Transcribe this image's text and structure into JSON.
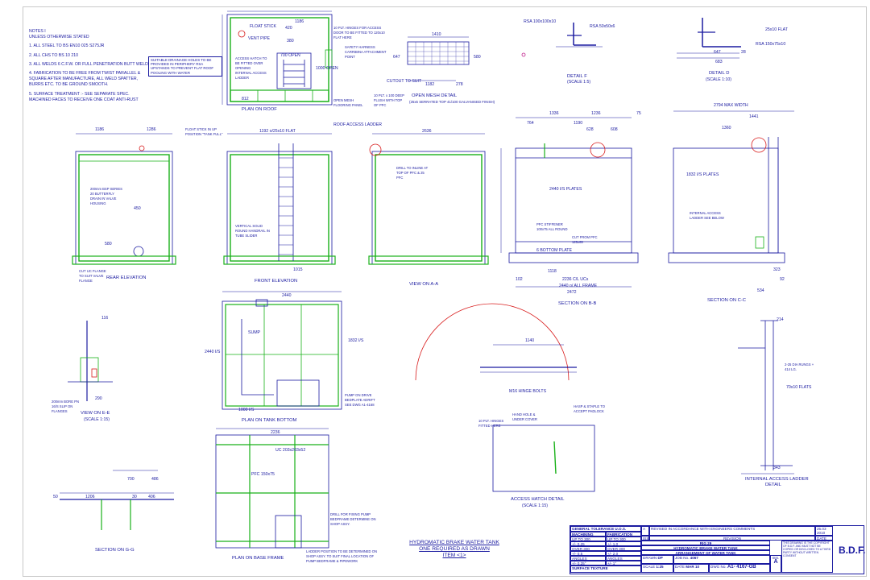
{
  "notes": {
    "heading": "NOTES I",
    "subheading": "UNLESS OTHERWISE STATED",
    "items": [
      "1. ALL STEEL TO BS EN10 025 S275JR",
      "2. ALL CHS TO BS 10 210",
      "3. ALL WELDS 6 C.F.W. OR FULL PENETRATION BUTT WELD",
      "4. FABRICATION TO BE FREE FROM TWIST PARALLEL & SQUARE AFTER MANUFACTURE, ALL WELD SPATTER, BURRS ETC. TO BE GROUND SMOOTH.",
      "5. SURFACE TREATMENT :- SEE SEPARATE SPEC. MACHINED FACES TO RECEIVE ONE COAT ANTI-RUST"
    ]
  },
  "drainage_note": "SUITABLE DRAINAGE HOLES TO BE PROVIDED IN PERIPHERY RSA UPSTANDS TO PREVENT FLAT ROOF POOLING WITH WATER",
  "views": {
    "plan_roof": "PLAN ON ROOF",
    "open_mesh": "OPEN MESH DETAIL",
    "open_mesh_sub": "(25x5 SERRATED TOP 41/100 GALVANISED FINISH)",
    "detail_f": "DETAIL F",
    "detail_f_scale": "(SCALE 1:5)",
    "detail_d": "DETAIL D",
    "detail_d_scale": "(SCALE 1:10)",
    "rear_elevation": "REAR ELEVATION",
    "front_elevation": "FRONT ELEVATION",
    "view_a": "VIEW ON A-A",
    "section_b": "SECTION ON B-B",
    "section_c": "SECTION ON C-C",
    "view_e": "VIEW ON E-E",
    "view_e_scale": "(SCALE 1:15)",
    "plan_tank_bottom": "PLAN ON TANK BOTTOM",
    "access_hatch": "ACCESS HATCH DETAIL",
    "access_hatch_scale": "(SCALE 1:15)",
    "ladder": "INTERNAL ACCESS LADDER",
    "ladder_sub": "DETAIL",
    "section_g": "SECTION ON G-G",
    "plan_base": "PLAN ON BASE FRAME"
  },
  "labels": {
    "float_stick": "FLOAT STICK",
    "vent_pipe": "VENT PIPE",
    "roof_hinges": "10 PLT. HINGES FOR ACCESS DOOR TO BE FITTED TO 120x10 FLAT HERE",
    "access_hatch_roof": "ACCESS HATCH TO BE FITTED OVER OPENING",
    "internal_ladder": "INTERNAL ACCESS LADDER",
    "harness": "SAFETY HARNESS CARRIBINA ATTACHMENT POINT",
    "open_mesh_panel": "OPEN MESH FLOORING PANEL",
    "roof_ladder": "ROOF ACCESS LADDER",
    "plt_fit": "10 PLT. x 100 DEEP FLUSH WITH TOP OF PFC",
    "cutout": "CUTOUT TO SUIT",
    "float_full": "FLOAT STICK IN UP POSITION \"TANK FULL\"",
    "bsp_pipe": "200mm BSP SERIES 20 BUTTERFLY DRAIN IN VALVE HOUSING",
    "cut_flange": "CUT UC FLANGE TO SUIT VALVE FLANGE",
    "vertical_rails": "VERTICAL SOLID ROUND HANDRAIL IN TUBE SLIDER",
    "drill": "DRILL TO INLINE AT TOP OF PFC & 25 PFC",
    "pfc_stiffener": "PFC STIFFENER 100x75 ALL ROUND",
    "bottom_plate": "6 BOTTOM PLATE",
    "cut_pfc": "CUT FROM PFC 125x65",
    "plates_b": "2440 I/S PLATES",
    "plates_c": "1832 I/S PLATES",
    "frame_b": "2472",
    "frame_b2": "2236 C/L UCs",
    "frame_b3": "2440 o/ ALL FRAME",
    "internal_ladder_note": "INTERNAL ACCESS LADDER SEE BELOW",
    "sump": "SUMP",
    "pump": "PUMP ON DRIVE BEDPLATE ADRIFT SEE DWG A1-4168",
    "hinge_bolts": "M16 HINGE BOLTS",
    "hand_hole": "HAND HOLE & UNDER COVER",
    "hasp": "HASP & STAPLE TO ACCEPT PADLOCK",
    "fitted_here": "10 PLT. HINGES FITTED HERE",
    "ladder_position": "LADDER POSITION TO BE DETERMINED ON SHOP ASSY. TO SUIT FINAL LOCATION OF PUMP BEDFRAME & PIPEWORK",
    "drill_fixing": "DRILL FOR FIXING PUMP BEDFRAME DETERMINE ON SHOP ASSY.",
    "rsa_top": "RSA 100x100x10",
    "rsa_50": "RSA 50x50x6",
    "rsa_150": "RSA 150x75x10",
    "flat_25": "25x10 FLAT",
    "rungs": "2-25 DIA RUNGS + 414 LG.",
    "flats_70": "70x10 FLATS",
    "bore": "200mm BORE PN 16/S SLIP ON FLANGES",
    "uc_203": "UC 203x203x52",
    "pfc_150": "PFC 150x75",
    "max_width": "2794 MAX WIDTH"
  },
  "dims": {
    "d1186": "1186",
    "d1286": "1286",
    "d420": "420",
    "d380": "380",
    "d700": "700 OPEN",
    "d1000": "1000 OPEN",
    "d812": "812",
    "d1410": "1410",
    "d1182": "1182",
    "d278": "278",
    "d647": "647",
    "d580": "580",
    "d2636": "2636",
    "d1192": "1192 o/25x10 FLAT",
    "d1015": "1015",
    "d1336": "1336",
    "d1236": "1236",
    "d764": "764",
    "d1190": "1190",
    "d628": "628",
    "d608": "608",
    "d75": "75",
    "d1441": "1441",
    "d1360": "1360",
    "d1118": "1118",
    "d102": "102",
    "d2440": "2440 I/S",
    "d1832": "1832 I/S",
    "d2440o": "2440",
    "d1000b": "1000 I/S",
    "d1140": "1140",
    "d2236": "2236",
    "d1206": "1206",
    "d1186b": "1186",
    "d700b": "700",
    "d486": "486",
    "d30": "30",
    "d406": "406",
    "d50": "50",
    "d450": "450",
    "d580b": "580",
    "d290": "290",
    "d116": "116",
    "d214": "214",
    "d343": "343",
    "d534": "534",
    "d323": "323",
    "d92": "92",
    "d683": "683",
    "d647d": "647",
    "d28": "28"
  },
  "title": {
    "line1": "HYDROMATIC BRAKE WATER TANK",
    "line2": "ONE REQUIRED AS DRAWN",
    "line3": "ITEM <1>"
  },
  "title_block": {
    "tolerance_head": "GENERAL TOLERANCE U.O.S.",
    "machining": "MACHINING",
    "fabrication": "FABRICATION",
    "up_to_300": "UP TO 300",
    "mach_a": "+/- 0.25",
    "fab_a": "+/- 1.0",
    "over_300": "OVER 300",
    "mach_b": "+/- 0.5",
    "fab_b": "+/- 2.0",
    "angles": "ANGLES",
    "ang_m": "+/- 0.25°",
    "ang_f": "+/- 1°",
    "surface": "SURFACE TEXTURE",
    "revision_text": "REVISED IN ACCORDANCE WITH ENGINEERS COMMENTS",
    "rev_letter": "A",
    "iss": "ISS.",
    "revision_head": "REVISION",
    "date_head": "DATE",
    "rev_date": "25.03 2010",
    "rig": "RIG 29",
    "desc1": "HYDROMATIC BRAKE WATER TANK",
    "desc2": "ARRANGEMENT OF WATER TANK",
    "drawn_lbl": "DRAWN",
    "drawn": "DP",
    "job_lbl": "JOB No.",
    "job": "4067",
    "scale_lbl": "SCALE",
    "scale": "1:25",
    "date_lbl": "DATE",
    "date": "MAR 10",
    "dwg_lbl": "DWG No.",
    "dwg": "A1- 4167-GB",
    "iss_lbl": "ISS.",
    "iss_val": "A",
    "copyright": "THIS DRAWING IS THE COPYRIGHT OF B.D.F. AND MUST NOT BE COPIED OR DISCLOSED TO A THIRD PARTY WITHOUT WRITTEN CONSENT",
    "company": "B.D.F."
  },
  "colors": {
    "ink": "#1a1aa0",
    "green": "#19b119",
    "red": "#d81c1c",
    "magenta": "#c0208c"
  }
}
